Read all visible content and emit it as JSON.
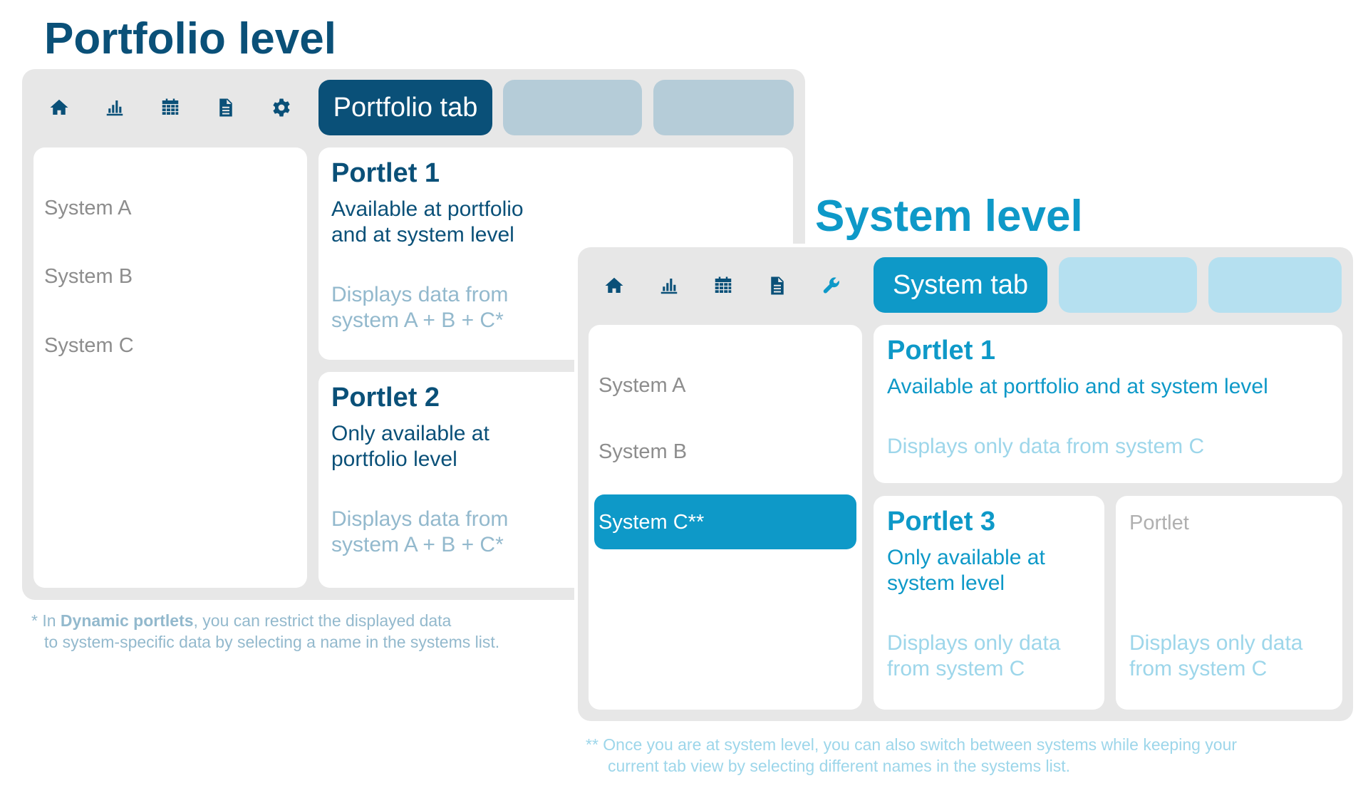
{
  "portfolio": {
    "heading": "Portfolio level",
    "toolbar_icons": [
      "home-icon",
      "bar-chart-icon",
      "calendar-icon",
      "document-icon",
      "gear-icon"
    ],
    "active_tab": "Portfolio tab",
    "systems": [
      "System A",
      "System B",
      "System C"
    ],
    "portlet1": {
      "title": "Portlet 1",
      "availability_line1": "Available at portfolio",
      "availability_line2": "and at system level",
      "display_line1": "Displays data from",
      "display_line2": "system A + B + C*"
    },
    "portlet2": {
      "title": "Portlet 2",
      "availability_line1": "Only available at",
      "availability_line2": "portfolio level",
      "display_line1": "Displays data from",
      "display_line2": "system A + B + C*"
    },
    "footnote": {
      "prefix": "* In ",
      "bold": "Dynamic portlets",
      "rest": ", you can restrict the displayed data",
      "line2": "to system-specific data by selecting a name in the systems list."
    }
  },
  "system": {
    "heading": "System level",
    "toolbar_icons": [
      "home-icon",
      "bar-chart-icon",
      "calendar-icon",
      "document-icon",
      "wrench-icon"
    ],
    "active_tab": "System tab",
    "systems": [
      "System A",
      "System B",
      "System C**"
    ],
    "selected_system": "System C**",
    "portlet1": {
      "title": "Portlet 1",
      "availability": "Available at portfolio and at system level",
      "display": "Displays only data from system C"
    },
    "portlet3": {
      "title": "Portlet 3",
      "availability_line1": "Only available at",
      "availability_line2": "system level",
      "display_line1": "Displays only data",
      "display_line2": "from system C"
    },
    "portlet_generic": {
      "title": "Portlet",
      "display_line1": "Displays only data",
      "display_line2": "from system C"
    },
    "footnote": {
      "line1": "** Once you are at system level, you can also switch between systems while keeping your",
      "line2": "current tab view by selecting different names in the systems list."
    }
  },
  "colors": {
    "portfolio_dark": "#0a5078",
    "portfolio_light": "#93b9cd",
    "portfolio_inactive_tab": "#b5ccd8",
    "system_blue": "#0e99c8",
    "system_light": "#9dd6ea",
    "system_inactive_tab": "#b5e0f0",
    "frame_gray": "#e7e7e7"
  }
}
